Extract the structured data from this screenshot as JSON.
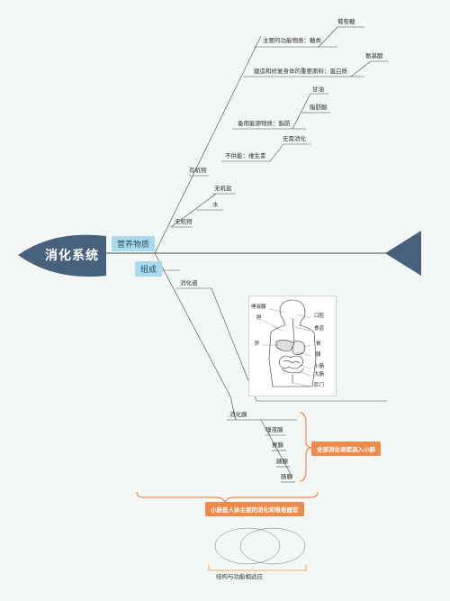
{
  "head": {
    "title": "消化系统"
  },
  "branches": {
    "nutrients": "营养物质",
    "composition": "组成"
  },
  "organic": {
    "label": "有机物",
    "sugar": {
      "label": "主要的功能物质：糖类",
      "leaf": "葡萄糖"
    },
    "protein": {
      "label": "建造和修复身体的重要原料：蛋白质",
      "leaf": "氨基酸"
    },
    "fat": {
      "label": "备用能源物质：脂肪",
      "leaf1": "甘油",
      "leaf2": "脂肪酸"
    },
    "vitamin": {
      "label": "不供能：维生素",
      "leaf": "无需消化"
    }
  },
  "inorganic": {
    "label": "无机物",
    "salt": "无机盐",
    "water": "水"
  },
  "tract": {
    "label": "消化道",
    "figure_labels": {
      "salivary": "唾液腺",
      "liver": "肝",
      "gallbladder": "胆",
      "mouth": "口腔",
      "esophagus": "食道",
      "stomach": "胃",
      "pancreas": "胰",
      "small_intestine": "小肠",
      "large_intestine": "大肠",
      "anus": "肛门"
    }
  },
  "glands": {
    "label": "消化腺",
    "items": [
      "唾液腺",
      "胃腺",
      "胰腺",
      "肠腺"
    ],
    "note": "全部消化液都流入小肠"
  },
  "small_intestine_note": "小肠是人体主要的消化和吸收器官",
  "structure_caption": "结构与功能相适应",
  "colors": {
    "head": "#47607c",
    "branch_line": "#4a4a4a",
    "tag_bg": "#a9dced",
    "orange": "#ee8a4a",
    "background": "#f3f7f6"
  }
}
